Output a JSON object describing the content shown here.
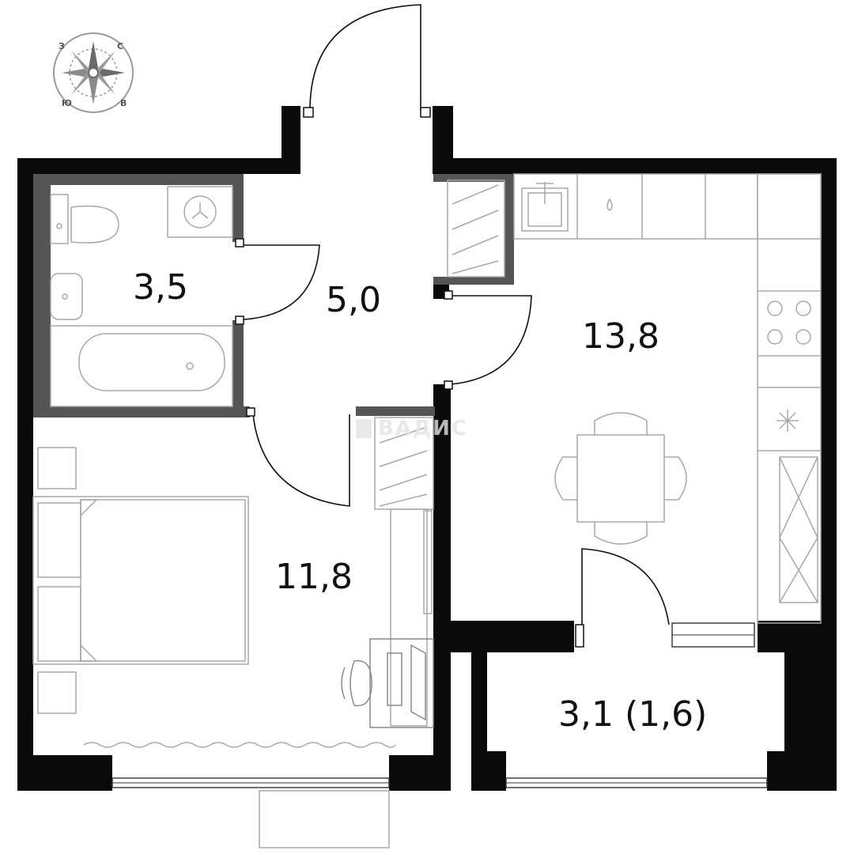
{
  "compass": {
    "letters": {
      "west": "З",
      "north": "С",
      "south": "Ю",
      "east": "В"
    }
  },
  "watermark": {
    "text": "ВАДИС"
  },
  "rooms": {
    "bathroom": {
      "area": "3,5"
    },
    "hallway": {
      "area": "5,0"
    },
    "kitchen": {
      "area": "13,8"
    },
    "bedroom": {
      "area": "11,8"
    },
    "balcony": {
      "area": "3,1 (1,6)"
    }
  },
  "colors": {
    "wall": "#0a0a0a",
    "partition": "#555555",
    "furniture": "#a8a8a8",
    "background": "#ffffff"
  }
}
